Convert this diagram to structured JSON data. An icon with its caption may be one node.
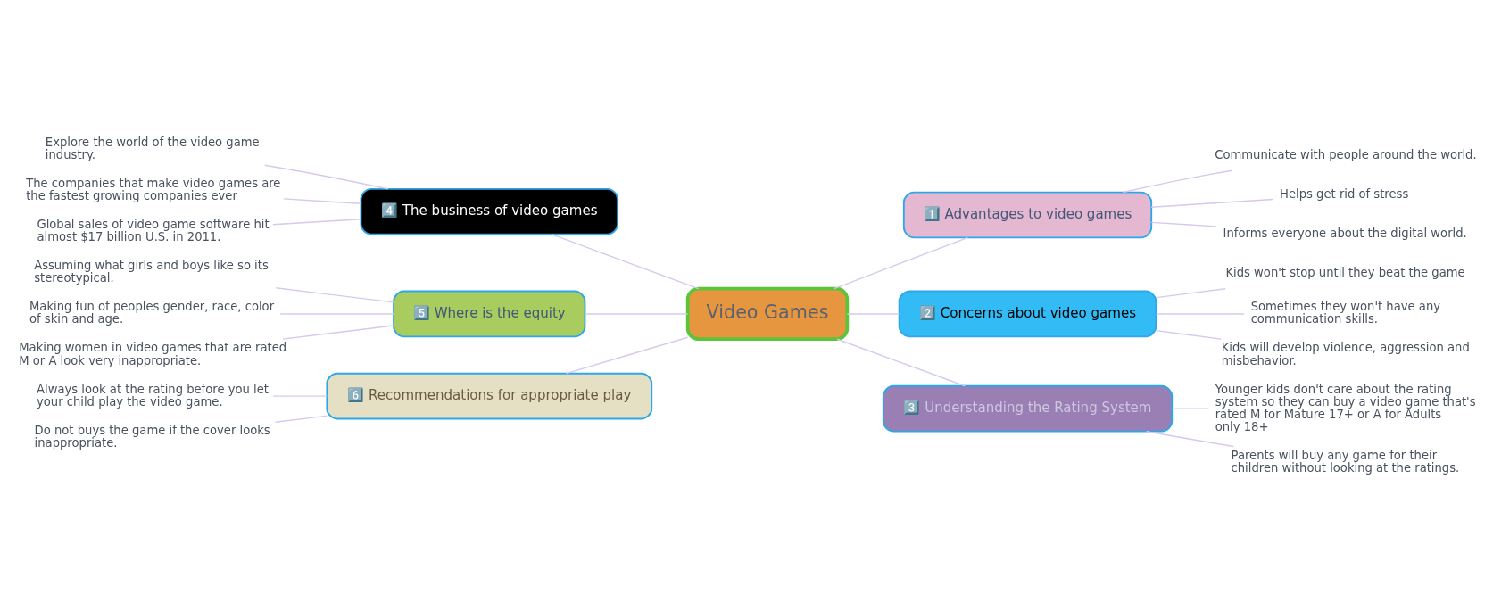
{
  "diagram": {
    "nodes": [
      {
        "text": [
          "Video Games"
        ]
      },
      {
        "text": [
          "1️⃣ Advantages to video games"
        ]
      },
      {
        "text": [
          "Communicate with people around the world."
        ]
      },
      {
        "text": [
          "Helps get rid of stress"
        ]
      },
      {
        "text": [
          "Informs everyone about the digital world."
        ]
      },
      {
        "text": [
          "2️⃣ Concerns about video games"
        ]
      },
      {
        "text": [
          "Kids won't stop until they beat the game"
        ]
      },
      {
        "text": [
          "Sometimes they won't have any communication skills."
        ]
      },
      {
        "text": [
          "Kids will develop violence, aggression and misbehavior."
        ]
      },
      {
        "text": [
          "3️⃣ Understanding the Rating System"
        ]
      },
      {
        "text": [
          "Younger kids don't care about the rating system so they can buy a video game that's rated M for Mature 17+ or A for Adults only 18+"
        ]
      },
      {
        "text": [
          "Parents will buy any game for their children without looking at the ratings."
        ]
      },
      {
        "text": [
          "4️⃣ The business of video games"
        ]
      },
      {
        "text": [
          "Explore the world of the video game industry."
        ]
      },
      {
        "text": [
          "The companies that make video games are the fastest growing companies ever"
        ]
      },
      {
        "text": [
          "Global sales of video game software hit almost $17 billion U.S. in 2011."
        ]
      },
      {
        "text": [
          "5️⃣ Where is the equity"
        ]
      },
      {
        "text": [
          "Assuming what girls and boys like so its stereotypical."
        ]
      },
      {
        "text": [
          "Making fun of peoples gender, race, color of skin and age."
        ]
      },
      {
        "text": [
          "Making women in video games that are rated M or A look very inappropriate."
        ]
      },
      {
        "text": [
          "6️⃣ Recommendations for appropriate play"
        ]
      },
      {
        "text": [
          "Always look at the rating before you let your child play the video game."
        ]
      },
      {
        "text": [
          "Do not buys the game if the cover looks inappropriate."
        ]
      }
    ],
    "edges": [
      {
        "from": 0,
        "to": 1,
        "arrow": "none"
      },
      {
        "from": 1,
        "to": 2,
        "arrow": "none"
      },
      {
        "from": 1,
        "to": 3,
        "arrow": "none"
      },
      {
        "from": 1,
        "to": 4,
        "arrow": "none"
      },
      {
        "from": 0,
        "to": 5,
        "arrow": "none"
      },
      {
        "from": 5,
        "to": 6,
        "arrow": "none"
      },
      {
        "from": 5,
        "to": 7,
        "arrow": "none"
      },
      {
        "from": 5,
        "to": 8,
        "arrow": "none"
      },
      {
        "from": 0,
        "to": 9,
        "arrow": "none"
      },
      {
        "from": 9,
        "to": 10,
        "arrow": "none"
      },
      {
        "from": 9,
        "to": 11,
        "arrow": "none"
      },
      {
        "from": 0,
        "to": 12,
        "arrow": "none"
      },
      {
        "from": 12,
        "to": 13,
        "arrow": "none"
      },
      {
        "from": 12,
        "to": 14,
        "arrow": "none"
      },
      {
        "from": 12,
        "to": 15,
        "arrow": "none"
      },
      {
        "from": 0,
        "to": 16,
        "arrow": "none"
      },
      {
        "from": 16,
        "to": 17,
        "arrow": "none"
      },
      {
        "from": 16,
        "to": 18,
        "arrow": "none"
      },
      {
        "from": 16,
        "to": 19,
        "arrow": "none"
      },
      {
        "from": 0,
        "to": 20,
        "arrow": "none"
      },
      {
        "from": 20,
        "to": 21,
        "arrow": "none"
      },
      {
        "from": 20,
        "to": 22,
        "arrow": "none"
      }
    ]
  }
}
